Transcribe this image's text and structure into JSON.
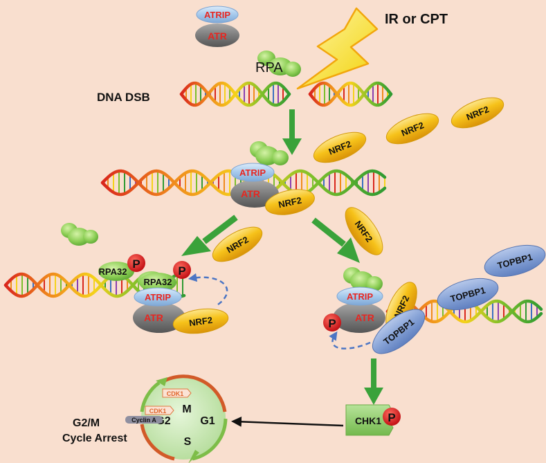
{
  "trigger_label": "IR or CPT",
  "dna_dsb_label": "DNA DSB",
  "rpa_label": "RPA",
  "atrip_label": "ATRIP",
  "atr_label": "ATR",
  "nrf2_label": "NRF2",
  "rpa32_label": "RPA32",
  "phospho_label": "P",
  "topbp1_label": "TOPBP1",
  "chk1_label": "CHK1",
  "cell_cycle": {
    "phases": [
      "M",
      "G1",
      "S",
      "G2"
    ],
    "cdk1_label": "CDK1",
    "cyclin_label": "Cyclin A",
    "arrest_line1": "G2/M",
    "arrest_line2": "Cycle Arrest"
  },
  "colors": {
    "background": "#f9dfcf",
    "arrow_green": "#3aa23a",
    "nrf2_yellow": "#f2c21b",
    "atrip_blue": "#a9cdee",
    "atr_gray": "#7b7b7b",
    "topbp1_blue": "#7f9ed4",
    "chk1_green": "#8cc768",
    "phospho_red": "#e11b22"
  }
}
